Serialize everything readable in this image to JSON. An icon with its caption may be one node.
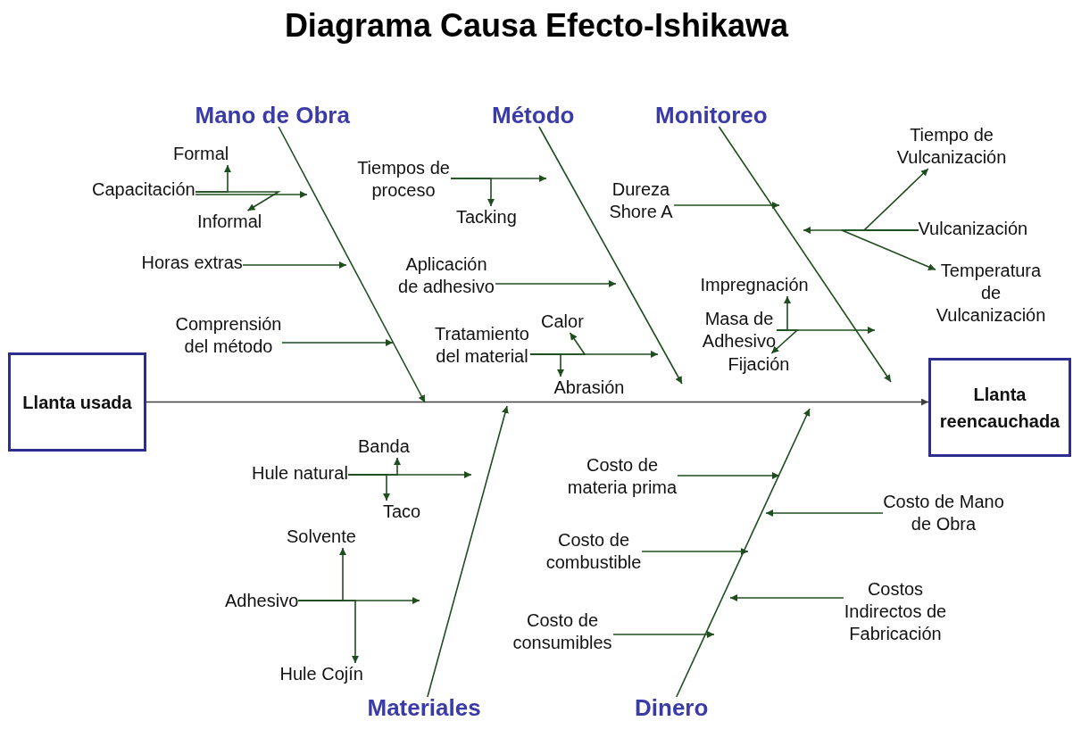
{
  "diagram": {
    "title": "Diagrama Causa Efecto-Ishikawa",
    "nodes": [
      {
        "text": [
          "Llanta usada"
        ]
      },
      {
        "text": [
          "Llanta reencauchada"
        ]
      },
      {
        "text": [
          "Mano de Obra"
        ]
      },
      {
        "text": [
          "Capacitación"
        ]
      },
      {
        "text": [
          "Formal"
        ]
      },
      {
        "text": [
          "Informal"
        ]
      },
      {
        "text": [
          "Horas extras"
        ]
      },
      {
        "text": [
          "Comprensión del método"
        ]
      },
      {
        "text": [
          "Método"
        ]
      },
      {
        "text": [
          "Tiempos de proceso"
        ]
      },
      {
        "text": [
          "Tacking"
        ]
      },
      {
        "text": [
          "Aplicación de adhesivo"
        ]
      },
      {
        "text": [
          "Tratamiento del material"
        ]
      },
      {
        "text": [
          "Calor"
        ]
      },
      {
        "text": [
          "Abrasión"
        ]
      },
      {
        "text": [
          "Monitoreo"
        ]
      },
      {
        "text": [
          "Dureza Shore A"
        ]
      },
      {
        "text": [
          "Vulcanización"
        ]
      },
      {
        "text": [
          "Tiempo de Vulcanización"
        ]
      },
      {
        "text": [
          "Temperatura de Vulcanización"
        ]
      },
      {
        "text": [
          "Masa de Adhesivo"
        ]
      },
      {
        "text": [
          "Impregnación"
        ]
      },
      {
        "text": [
          "Fijación"
        ]
      },
      {
        "text": [
          "Materiales"
        ]
      },
      {
        "text": [
          "Hule natural"
        ]
      },
      {
        "text": [
          "Banda"
        ]
      },
      {
        "text": [
          "Taco"
        ]
      },
      {
        "text": [
          "Adhesivo"
        ]
      },
      {
        "text": [
          "Solvente"
        ]
      },
      {
        "text": [
          "Hule Cojín"
        ]
      },
      {
        "text": [
          "Dinero"
        ]
      },
      {
        "text": [
          "Costo de materia prima"
        ]
      },
      {
        "text": [
          "Costo de Mano de Obra"
        ]
      },
      {
        "text": [
          "Costo de combustible"
        ]
      },
      {
        "text": [
          "Costos Indirectos de Fabricación"
        ]
      },
      {
        "text": [
          "Costo de consumibles"
        ]
      }
    ],
    "edges": [
      {
        "from": 0,
        "to": 1,
        "arrow": "to",
        "color": "#404040"
      },
      {
        "from": 2,
        "to": null,
        "arrow": "to"
      },
      {
        "from": 8,
        "to": null,
        "arrow": "to"
      },
      {
        "from": 15,
        "to": null,
        "arrow": "to"
      },
      {
        "from": 23,
        "to": null,
        "arrow": "to"
      },
      {
        "from": 30,
        "to": null,
        "arrow": "to"
      },
      {
        "from": 3,
        "to": null,
        "arrow": "to"
      },
      {
        "from": 6,
        "to": null,
        "arrow": "to"
      },
      {
        "from": 7,
        "to": null,
        "arrow": "to"
      },
      {
        "from": 9,
        "to": null,
        "arrow": "to"
      },
      {
        "from": 11,
        "to": null,
        "arrow": "to"
      },
      {
        "from": 12,
        "to": null,
        "arrow": "to"
      },
      {
        "from": 16,
        "to": null,
        "arrow": "to"
      },
      {
        "from": 17,
        "to": null,
        "arrow": "to"
      },
      {
        "from": 20,
        "to": null,
        "arrow": "to"
      },
      {
        "from": 24,
        "to": null,
        "arrow": "to"
      },
      {
        "from": 27,
        "to": null,
        "arrow": "to"
      },
      {
        "from": 31,
        "to": null,
        "arrow": "to"
      },
      {
        "from": 32,
        "to": null,
        "arrow": "to"
      },
      {
        "from": 33,
        "to": null,
        "arrow": "to"
      },
      {
        "from": 34,
        "to": null,
        "arrow": "to"
      },
      {
        "from": 35,
        "to": null,
        "arrow": "to"
      },
      {
        "from": 3,
        "to": 4,
        "arrow": "to"
      },
      {
        "from": 3,
        "to": 5,
        "arrow": "to"
      },
      {
        "from": 9,
        "to": 10,
        "arrow": "to"
      },
      {
        "from": 12,
        "to": 13,
        "arrow": "to"
      },
      {
        "from": 12,
        "to": 14,
        "arrow": "to"
      },
      {
        "from": 17,
        "to": 18,
        "arrow": "to"
      },
      {
        "from": 17,
        "to": 19,
        "arrow": "to"
      },
      {
        "from": 20,
        "to": 21,
        "arrow": "to"
      },
      {
        "from": 20,
        "to": 22,
        "arrow": "to"
      },
      {
        "from": 24,
        "to": 25,
        "arrow": "to"
      },
      {
        "from": 24,
        "to": 26,
        "arrow": "to"
      },
      {
        "from": 27,
        "to": 28,
        "arrow": "to"
      },
      {
        "from": 27,
        "to": 29,
        "arrow": "to"
      }
    ]
  }
}
